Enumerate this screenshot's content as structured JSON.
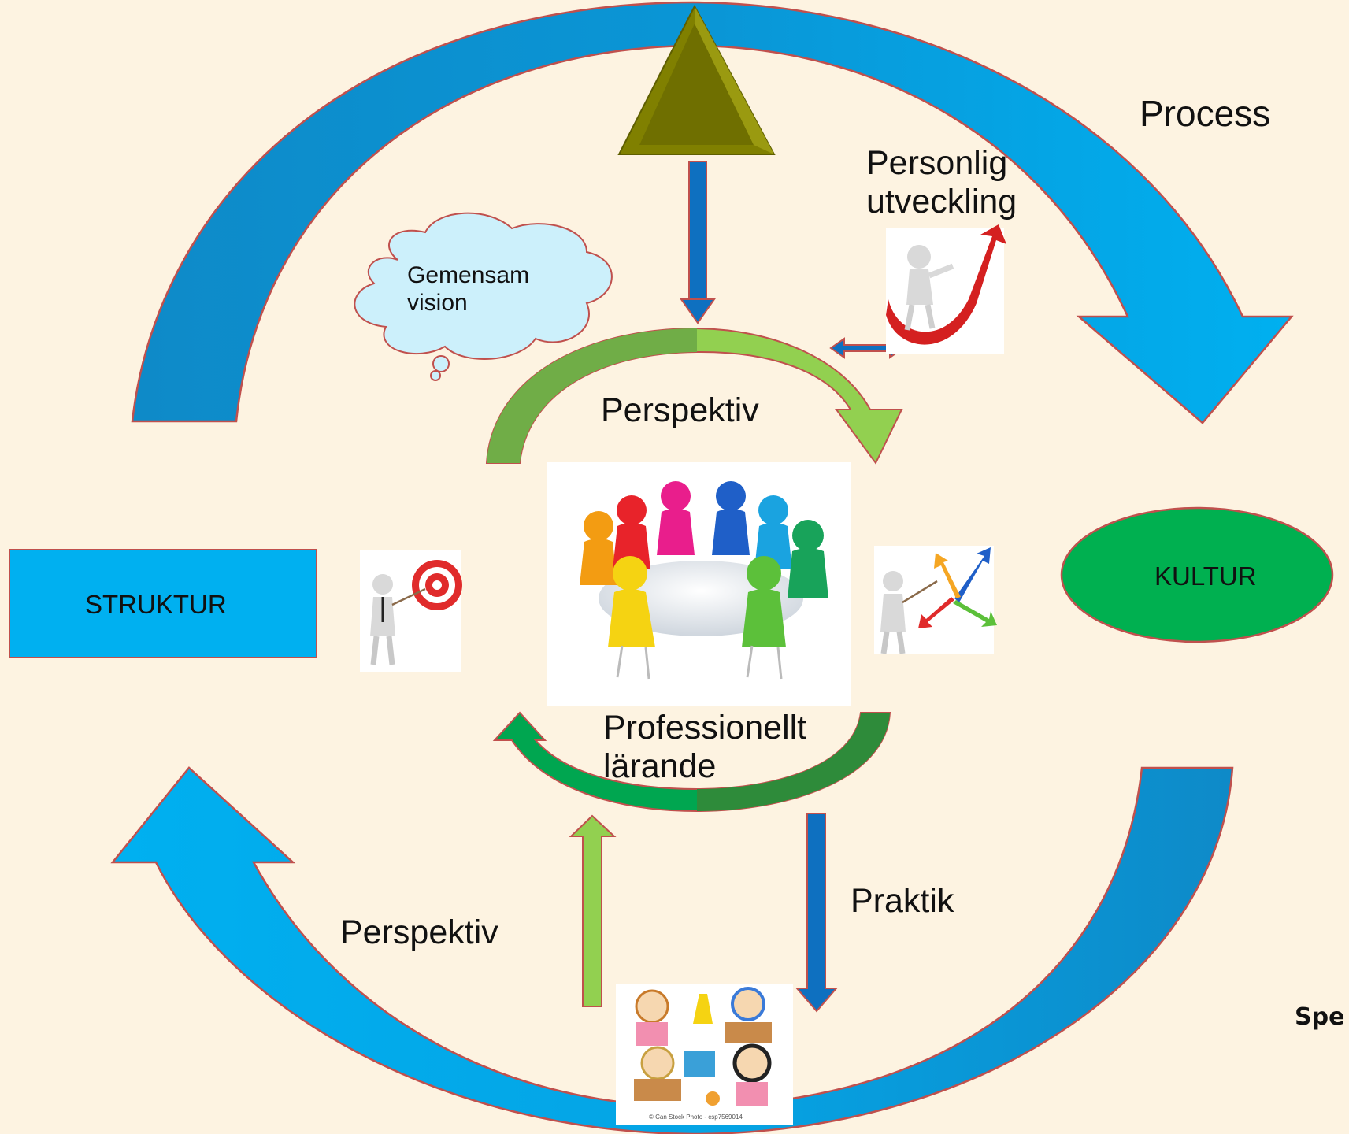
{
  "labels": {
    "process": "Process",
    "personlig_line1": "Personlig",
    "personlig_line2": "utveckling",
    "vision_line1": "Gemensam",
    "vision_line2": "vision",
    "perspektiv_top": "Perspektiv",
    "professionellt_line1": "Professionellt",
    "professionellt_line2": "lärande",
    "praktik": "Praktik",
    "perspektiv_bottom": "Perspektiv",
    "struktur": "STRUKTUR",
    "kultur": "KULTUR",
    "cut_text": "Spe"
  },
  "icons": {
    "triangle": "triangle-icon",
    "cloud": "thought-cloud-icon",
    "meeting": "round-table-meeting-icon",
    "target": "presenter-target-icon",
    "growth": "person-red-arrow-icon",
    "directions": "presenter-arrows-icon",
    "kids": "school-children-icon"
  },
  "watermark": "© Can Stock Photo - csp7569014",
  "colors": {
    "background": "#fdf3e1",
    "blue_arrow": "#00b0f0",
    "blue_arrow_dark": "#0e8ac8",
    "green_light": "#92d050",
    "green_dark": "#00a650",
    "olive": "#808000",
    "struktur_box": "#00b0f0",
    "kultur_ellipse": "#00b050",
    "outline": "#c0504d",
    "cloud_fill": "#ccf0fb"
  }
}
